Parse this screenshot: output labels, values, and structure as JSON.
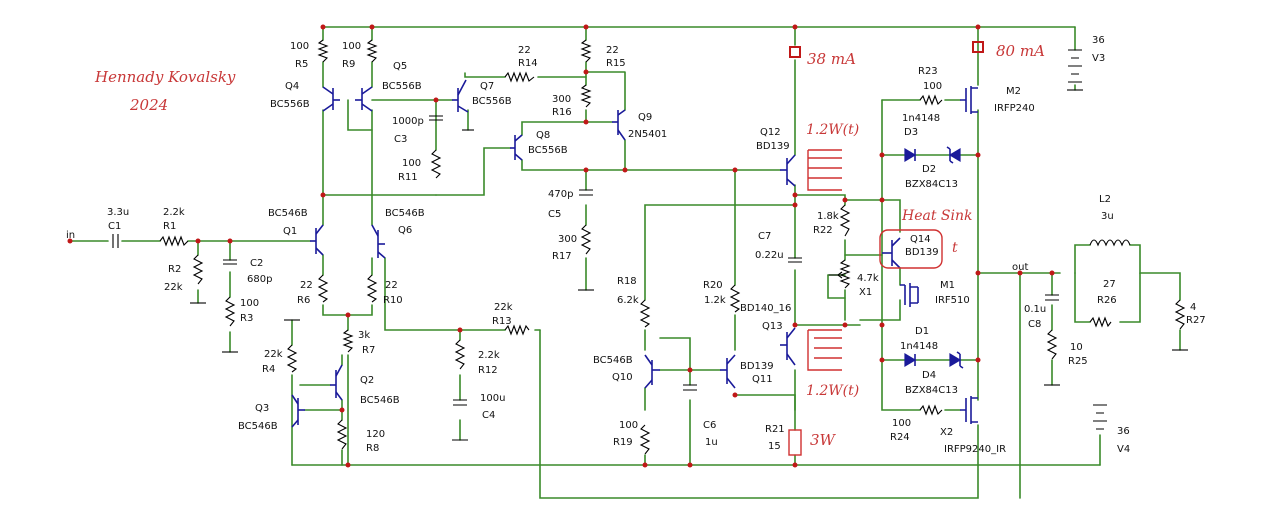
{
  "author": {
    "name": "Hennady  Kovalsky",
    "year": "2024"
  },
  "net_labels": {
    "in": "in",
    "out": "out"
  },
  "annotations": {
    "bias_q12": "38 mA",
    "bias_m2": "80 mA",
    "power_q12": "1.2W(t)",
    "power_q13": "1.2W(t)",
    "heat_sink": "Heat Sink",
    "thermal": "t",
    "r21_power": "3W"
  },
  "components": [
    {
      "ref": "R5",
      "value": "100"
    },
    {
      "ref": "R9",
      "value": "100"
    },
    {
      "ref": "Q4",
      "value": "BC556B"
    },
    {
      "ref": "Q5",
      "value": "BC556B"
    },
    {
      "ref": "R14",
      "value": "22"
    },
    {
      "ref": "R15",
      "value": "22"
    },
    {
      "ref": "Q7",
      "value": "BC556B"
    },
    {
      "ref": "R16",
      "value": "300"
    },
    {
      "ref": "Q9",
      "value": "2N5401"
    },
    {
      "ref": "C3",
      "value": "1000p"
    },
    {
      "ref": "Q8",
      "value": "BC556B"
    },
    {
      "ref": "R11",
      "value": "100"
    },
    {
      "ref": "Q12",
      "value": "BD139"
    },
    {
      "ref": "C5",
      "value": "470p"
    },
    {
      "ref": "R17",
      "value": "300"
    },
    {
      "ref": "C1",
      "value": "3.3u"
    },
    {
      "ref": "R1",
      "value": "2.2k"
    },
    {
      "ref": "R2",
      "value": "22k"
    },
    {
      "ref": "C2",
      "value": "680p"
    },
    {
      "ref": "R3",
      "value": "100"
    },
    {
      "ref": "Q1",
      "value": "BC546B"
    },
    {
      "ref": "Q6",
      "value": "BC546B"
    },
    {
      "ref": "R6",
      "value": "22"
    },
    {
      "ref": "R10",
      "value": "22"
    },
    {
      "ref": "R7",
      "value": "3k"
    },
    {
      "ref": "R4",
      "value": "22k"
    },
    {
      "ref": "Q2",
      "value": "BC546B"
    },
    {
      "ref": "Q3",
      "value": "BC546B"
    },
    {
      "ref": "R8",
      "value": "120"
    },
    {
      "ref": "R13",
      "value": "22k"
    },
    {
      "ref": "R12",
      "value": "2.2k"
    },
    {
      "ref": "C4",
      "value": "100u"
    },
    {
      "ref": "R18",
      "value": "6.2k"
    },
    {
      "ref": "Q10",
      "value": "BC546B"
    },
    {
      "ref": "R19",
      "value": "100"
    },
    {
      "ref": "C6",
      "value": "1u"
    },
    {
      "ref": "R20",
      "value": "1.2k"
    },
    {
      "ref": "Q11",
      "value": "BD139"
    },
    {
      "ref": "Q13",
      "value": "BD140_16"
    },
    {
      "ref": "C7",
      "value": "0.22u"
    },
    {
      "ref": "R22",
      "value": "1.8k"
    },
    {
      "ref": "X1",
      "value": "4.7k"
    },
    {
      "ref": "Q14",
      "value": "BD139"
    },
    {
      "ref": "M1",
      "value": "IRF510"
    },
    {
      "ref": "R21",
      "value": "15"
    },
    {
      "ref": "R23",
      "value": "100"
    },
    {
      "ref": "M2",
      "value": "IRFP240"
    },
    {
      "ref": "D3",
      "value": "1n4148"
    },
    {
      "ref": "D2",
      "value": "BZX84C13"
    },
    {
      "ref": "D1",
      "value": "1n4148"
    },
    {
      "ref": "D4",
      "value": "BZX84C13"
    },
    {
      "ref": "R24",
      "value": "100"
    },
    {
      "ref": "X2",
      "value": "IRFP9240_IR"
    },
    {
      "ref": "V3",
      "value": "36"
    },
    {
      "ref": "V4",
      "value": "36"
    },
    {
      "ref": "L2",
      "value": "3u"
    },
    {
      "ref": "R26",
      "value": "27"
    },
    {
      "ref": "C8",
      "value": "0.1u"
    },
    {
      "ref": "R25",
      "value": "10"
    },
    {
      "ref": "R27",
      "value": "4"
    }
  ]
}
